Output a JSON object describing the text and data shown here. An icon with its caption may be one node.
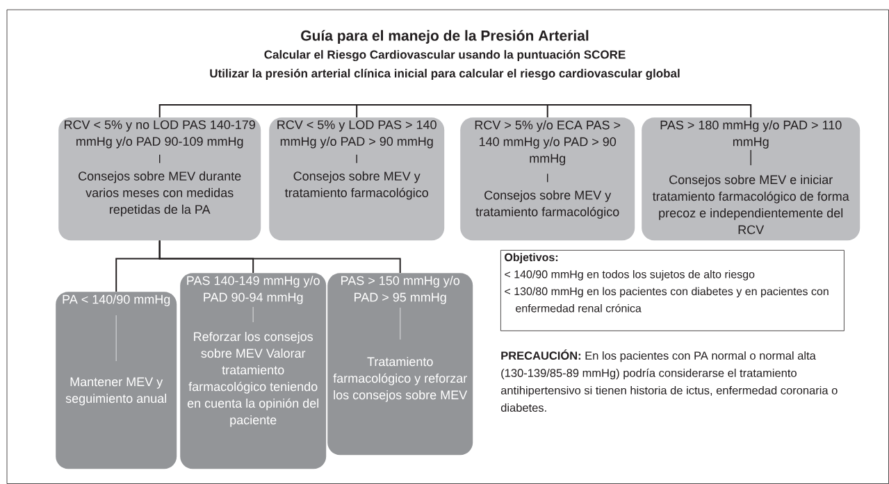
{
  "diagram": {
    "title": "Guía para el manejo de la Presión Arterial",
    "nodes": [
      {
        "text": [
          "RCV < 5% y no LOD PAS 140-179 mmHg y/o PAD 90-109 mmHg",
          "Consejos sobre MEV durante varios meses con medidas repetidas de la PA"
        ]
      },
      {
        "text": [
          "RCV < 5% y LOD PAS > 140 mmHg y/o PAD > 90 mmHg",
          "Consejos sobre MEV y tratamiento farmacológico"
        ]
      },
      {
        "text": [
          "RCV > 5% y/o ECA PAS > 140 mmHg y/o PAD > 90 mmHg",
          "Consejos sobre MEV y tratamiento farmacológico"
        ]
      },
      {
        "text": [
          "PAS > 180 mmHg y/o PAD > 110 mmHg",
          "Consejos sobre MEV e iniciar tratamiento farmacológico de forma precoz e independientemente del RCV"
        ]
      },
      {
        "text": [
          "PA < 140/90 mmHg",
          "Mantener MEV y seguimiento anual"
        ]
      },
      {
        "text": [
          "PAS 140-149 mmHg y/o PAD 90-94 mmHg",
          "Reforzar los consejos sobre MEV Valorar tratamiento farmacológico teniendo en cuenta la opinión del paciente"
        ]
      },
      {
        "text": [
          "PAS > 150 mmHg y/o PAD > 95 mmHg",
          "Tratamiento farmacológico y reforzar los consejos sobre MEV"
        ]
      },
      {
        "text": [
          "Objetivos:",
          "< 140/90 mmHg en todos los sujetos de alto riesgo",
          "< 130/80 mmHg en los pacientes con diabetes y en pacientes con enfermedad renal crónica"
        ]
      }
    ],
    "edges": [
      {
        "from": null,
        "to": 0,
        "arrow": "none"
      },
      {
        "from": null,
        "to": 1,
        "arrow": "none"
      },
      {
        "from": null,
        "to": 2,
        "arrow": "none"
      },
      {
        "from": null,
        "to": 3,
        "arrow": "none"
      },
      {
        "from": 0,
        "to": 4,
        "arrow": "none"
      },
      {
        "from": 0,
        "to": 5,
        "arrow": "none"
      },
      {
        "from": 0,
        "to": 6,
        "arrow": "none"
      }
    ],
    "labels": [
      "Calcular el Riesgo Cardiovascular usando la puntuación SCORE",
      "Utilizar la presión arterial clínica inicial para calcular el riesgo cardiovascular global",
      "**PRECAUCIÓN:** En los pacientes con PA normal o normal alta (130-139/85-89 mmHg) podría considerarse el tratamiento antihipertensivo si tienen historia de ictus, enfermedad coronaria o diabetes."
    ]
  }
}
